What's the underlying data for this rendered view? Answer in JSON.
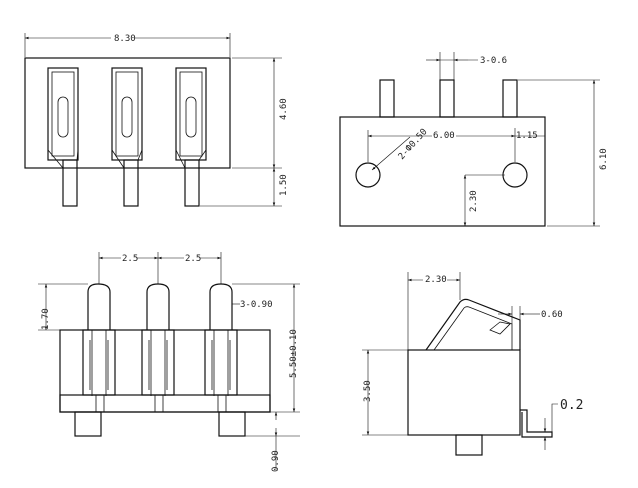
{
  "views": {
    "top_left": {
      "width": "8.30",
      "height": "4.60",
      "lead": "1.50"
    },
    "top_right": {
      "pin_width": "3-0.6",
      "hole": "2-Ф0.50",
      "pitch": "6.00",
      "edge": "1.15",
      "hole_height": "2.30",
      "total_height": "6.10"
    },
    "bottom_left": {
      "pitch_a": "2.5",
      "pitch_b": "2.5",
      "pin_top": "1.70",
      "pin_width": "3-0.90",
      "height": "5.50±0.10",
      "foot": "0.90"
    },
    "bottom_right": {
      "offset": "2.30",
      "thickness": "0.60",
      "body_height": "3.50",
      "plate": "0.2"
    }
  },
  "colors": {
    "line": "#111111",
    "text": "#222222",
    "background": "#ffffff"
  }
}
